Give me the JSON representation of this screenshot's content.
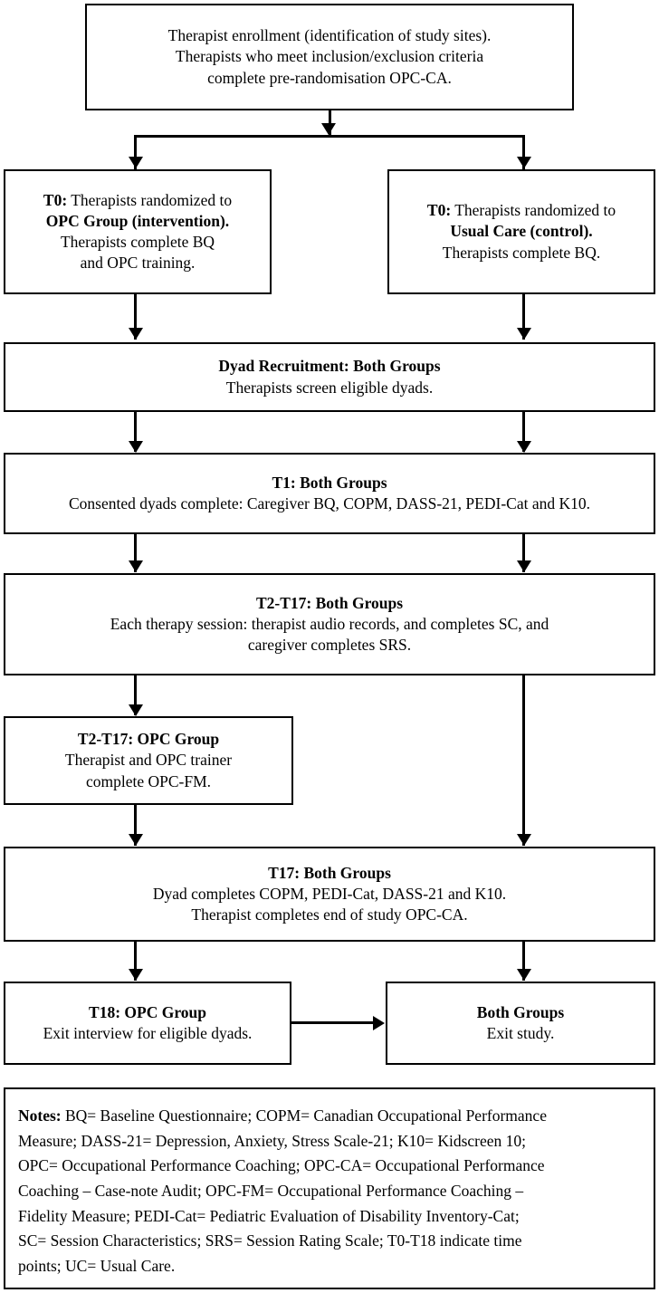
{
  "figure": {
    "type": "flowchart",
    "title": "Study procedure flow diagram"
  },
  "nodes": {
    "enrollment": {
      "lines": [
        "Therapist enrollment (identification of study sites).",
        "Therapists who meet inclusion/exclusion criteria",
        "complete pre-randomisation OPC-CA."
      ]
    },
    "opc_group": {
      "line1_bold": "T0:",
      "line1_rest": " Therapists randomized to",
      "line2_bold": "OPC Group (intervention).",
      "line3": "Therapists complete BQ",
      "line4": "and OPC training."
    },
    "usual_care": {
      "line1_bold": "T0:",
      "line1_rest": " Therapists randomized to",
      "line2_bold": "Usual Care (control).",
      "line3": "Therapists complete BQ."
    },
    "dyad_recruitment": {
      "heading": "Dyad Recruitment: Both Groups",
      "line2": "Therapists screen eligible dyads."
    },
    "t1_both": {
      "heading": "T1: Both Groups",
      "line2": "Consented dyads complete: Caregiver BQ, COPM, DASS-21, PEDI-Cat and K10."
    },
    "t2_t17_both": {
      "heading_bold": "T2-T17",
      "heading_rest": ": Both Groups",
      "line2": "Each therapy session: therapist audio records, and completes SC, and",
      "line3": "caregiver completes SRS."
    },
    "t2_t17_opc": {
      "heading": "T2-T17: OPC Group",
      "line2": "Therapist and OPC trainer",
      "line3": "complete OPC-FM."
    },
    "t17_both": {
      "heading": "T17: Both Groups",
      "line2": "Dyad completes COPM, PEDI-Cat, DASS-21 and K10.",
      "line3": "Therapist completes end of study OPC-CA."
    },
    "t18_opc": {
      "heading": "T18: OPC Group",
      "line2": "Exit interview for eligible dyads."
    },
    "both_groups_exit": {
      "heading": "Both Groups",
      "line2": "Exit study."
    }
  },
  "notes": {
    "label": "Notes:",
    "lines": [
      " BQ= Baseline Questionnaire; COPM= Canadian Occupational Performance",
      "Measure; DASS-21= Depression, Anxiety, Stress Scale-21; K10= Kidscreen 10;",
      "OPC= Occupational Performance Coaching; OPC-CA= Occupational Performance",
      "Coaching – Case-note Audit;  OPC-FM= Occupational Performance Coaching –",
      "Fidelity Measure; PEDI-Cat= Pediatric Evaluation of Disability Inventory-Cat;",
      "SC= Session Characteristics;  SRS= Session Rating Scale; T0-T18 indicate time",
      "points; UC= Usual Care."
    ]
  },
  "colors": {
    "stroke": "#000000",
    "background": "#ffffff",
    "text": "#000000"
  }
}
